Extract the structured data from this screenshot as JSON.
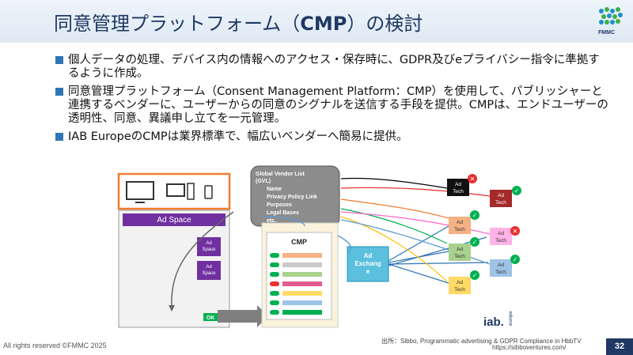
{
  "slide": {
    "title_prefix": "同意管理プラットフォーム（",
    "title_bold": "CMP",
    "title_suffix": "）の検討",
    "logo_text": "FMMC",
    "bullets": [
      "個人データの処理、デバイス内の情報へのアクセス・保存時に、GDPR及びeプライバシー指令に準拠するように作成。",
      "同意管理プラットフォーム（Consent Management Platform：CMP）を使用して、パブリッシャーと連携するベンダーに、ユーザーからの同意のシグナルを送信する手段を提供。CMPは、エンドユーザーの透明性、同意、異議申し立てを一元管理。",
      "IAB EuropeのCMPは業界標準で、幅広いベンダーへ簡易に提供。"
    ],
    "footer": "All rights reserved ©FMMC 2025",
    "credit_line1": "出所：Sibbo, Programmatic advertising & GDPR Compliance in HbbTV",
    "credit_line2": "https://sibboventures.com/",
    "page_number": "32"
  },
  "diagram": {
    "gvl_title": "Global Vendor List (GVL)",
    "gvl_items": [
      "Name",
      "Privacy Policy Link",
      "Purposes",
      "Legal Bases",
      "etc."
    ],
    "ad_space": "Ad Space",
    "small_ad": "Ad Space",
    "cmp_label": "CMP",
    "ok_label": "OK",
    "exchange_label": "Ad Exchange",
    "adtech_label": "Ad Tech",
    "iab_label": "iab.",
    "iab_sub": "europe",
    "colors": {
      "accent": "#1f3864",
      "bullet": "#2e75b6",
      "purple": "#7030a0",
      "orange": "#ed7d31",
      "exchange": "#5bc0de",
      "green_ok": "#00b050",
      "red_x": "#e8302f"
    }
  }
}
